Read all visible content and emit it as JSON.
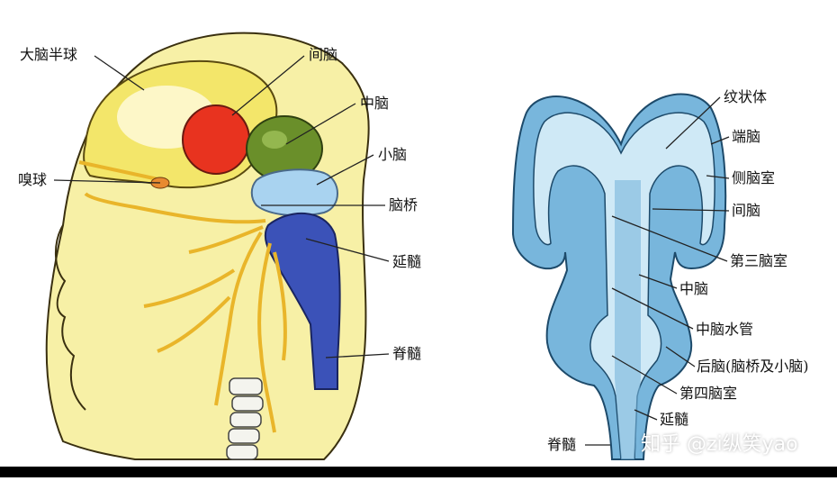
{
  "left_diagram": {
    "labels": {
      "cerebrum": "大脑半球",
      "diencephalon": "间脑",
      "midbrain": "中脑",
      "cerebellum": "小脑",
      "olfactory_bulb": "嗅球",
      "pons": "脑桥",
      "medulla": "延髓",
      "spinal_cord": "脊髓"
    }
  },
  "right_diagram": {
    "labels": {
      "striatum": "纹状体",
      "telencephalon": "端脑",
      "lateral_ventricle": "侧脑室",
      "diencephalon": "间脑",
      "third_ventricle": "第三脑室",
      "midbrain": "中脑",
      "aqueduct": "中脑水管",
      "hindbrain": "后脑(脑桥及小脑)",
      "fourth_ventricle": "第四脑室",
      "medulla": "延髓",
      "spinal_cord": "脊髓"
    }
  },
  "watermark": "知乎 @zi纵笑yao",
  "colors": {
    "skin": "#f7f0a6",
    "cerebrum": "#f3e66a",
    "diencephalon": "#e8331f",
    "midbrain": "#6a8f2a",
    "pons": "#a9d3f0",
    "medulla": "#3b52b8",
    "nerve": "#e9b52a",
    "brain_blue": "#78b6dc",
    "ventricle": "#cfe9f6"
  }
}
